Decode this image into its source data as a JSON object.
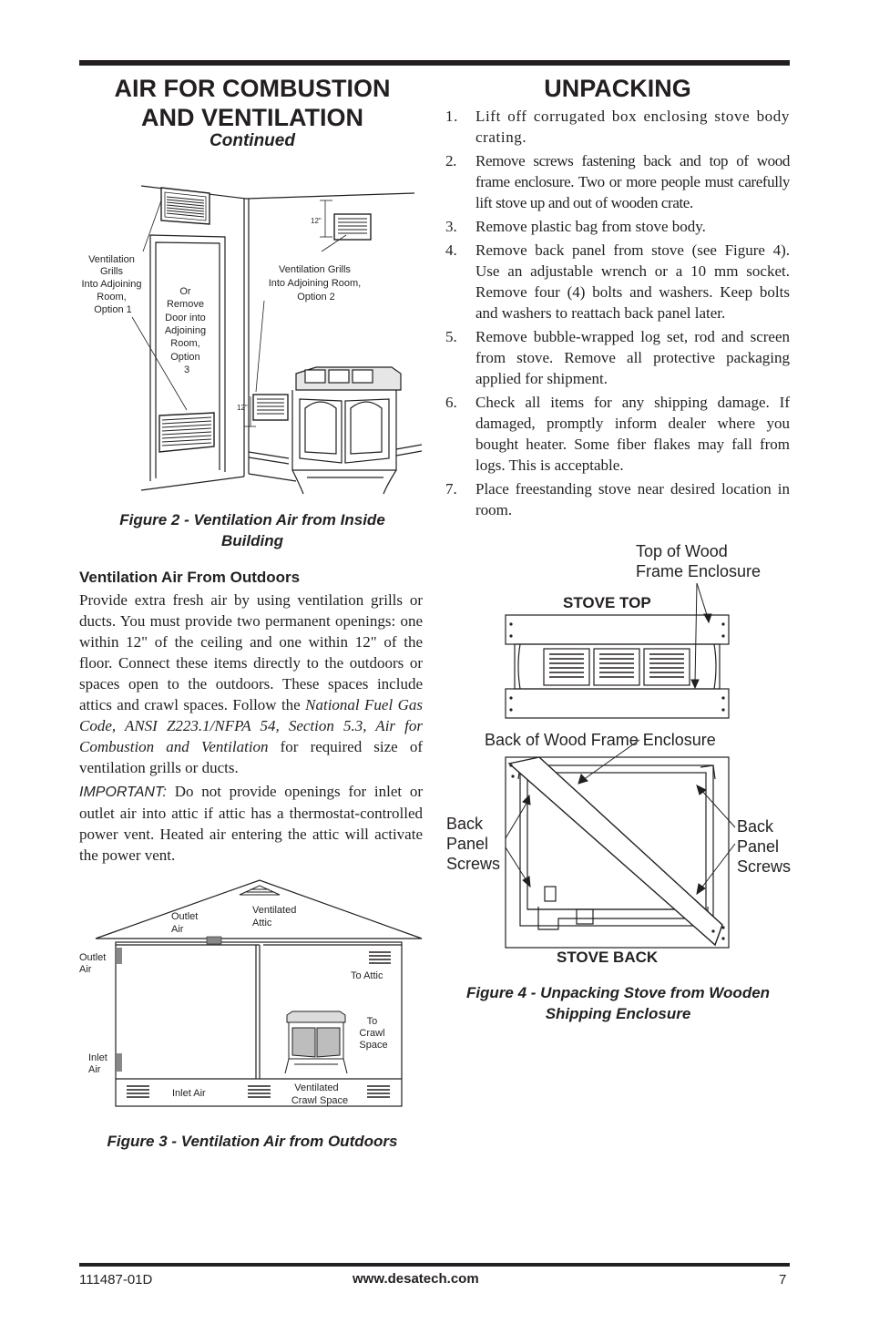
{
  "left": {
    "title_line1": "AIR FOR COMBUSTION",
    "title_line2": "AND VENTILATION",
    "continued": "Continued",
    "figure2": {
      "opt1": [
        "Ventilation",
        "Grills",
        "Into Adjoining",
        "Room,",
        "Option 1"
      ],
      "opt3": [
        "Or",
        "Remove",
        "Door into",
        "Adjoining",
        "Room,",
        "Option",
        "3"
      ],
      "opt2": [
        "Ventilation Grills",
        "Into Adjoining Room,",
        "Option 2"
      ],
      "dim_top": "12\"",
      "dim_bottom": "12\"",
      "caption_line1": "Figure 2 - Ventilation Air from Inside",
      "caption_line2": "Building"
    },
    "section_heading": "Ventilation Air From Outdoors",
    "para1_a": "Provide extra fresh air by using ventilation grills or ducts. You must provide two permanent openings: one within 12\" of the ceiling and one within 12\" of the floor. Connect these items directly to the outdoors or spaces open to the outdoors. These spaces include attics and crawl spaces. Follow the ",
    "para1_italic": "National Fuel Gas Code, ANSI Z223.1/NFPA 54, Section 5.3, Air for Combustion and Ventilation",
    "para1_b": " for required size of ventilation grills or ducts.",
    "important_label": "IMPORTANT:",
    "important_text": " Do not provide openings for inlet or outlet air into attic if attic has a thermostat-controlled power vent. Heated air entering the attic will activate the power vent.",
    "figure3": {
      "outlet_air_roof": [
        "Outlet",
        "Air"
      ],
      "ventilated_attic": [
        "Ventilated",
        "Attic"
      ],
      "outlet_air_wall": [
        "Outlet",
        "Air"
      ],
      "to_attic": "To Attic",
      "to_crawl": [
        "To",
        "Crawl",
        "Space"
      ],
      "inlet_air_wall": [
        "Inlet",
        "Air"
      ],
      "inlet_air_crawl": "Inlet Air",
      "ventilated_crawl": [
        "Ventilated",
        "Crawl Space"
      ],
      "caption": "Figure 3 - Ventilation Air from Outdoors"
    }
  },
  "right": {
    "title": "UNPACKING",
    "steps": [
      {
        "num": "1.",
        "text": "Lift off corrugated box enclosing stove body crating."
      },
      {
        "num": "2.",
        "text": "Remove screws fastening back and top of wood frame enclosure. Two or more people must carefully lift stove up and out of wooden crate."
      },
      {
        "num": "3.",
        "text": "Remove plastic bag from stove body."
      },
      {
        "num": "4.",
        "text": "Remove back panel from stove (see Figure 4). Use an adjustable wrench or a 10 mm socket. Remove four (4) bolts and washers. Keep bolts and washers to reattach back panel later."
      },
      {
        "num": "5.",
        "text": "Remove bubble-wrapped log set, rod and screen from stove. Remove all protective packaging applied for shipment."
      },
      {
        "num": "6.",
        "text": "Check all items for any shipping damage. If damaged, promptly inform dealer where you bought heater. Some fiber flakes may fall from logs. This is acceptable."
      },
      {
        "num": "7.",
        "text": "Place freestanding stove near desired location in room."
      }
    ],
    "figure4": {
      "top_of_wood": [
        "Top of Wood",
        "Frame Enclosure"
      ],
      "stove_top": "STOVE TOP",
      "back_of_wood": "Back of Wood Frame Enclosure",
      "back_panel_left": [
        "Back",
        "Panel",
        "Screws"
      ],
      "back_panel_right": [
        "Back",
        "Panel",
        "Screws"
      ],
      "stove_back": "STOVE BACK",
      "caption_line1": "Figure 4 - Unpacking Stove from Wooden",
      "caption_line2": "Shipping Enclosure"
    }
  },
  "footer": {
    "doc_number": "111487-01D",
    "website": "www.desatech.com",
    "page": "7"
  }
}
